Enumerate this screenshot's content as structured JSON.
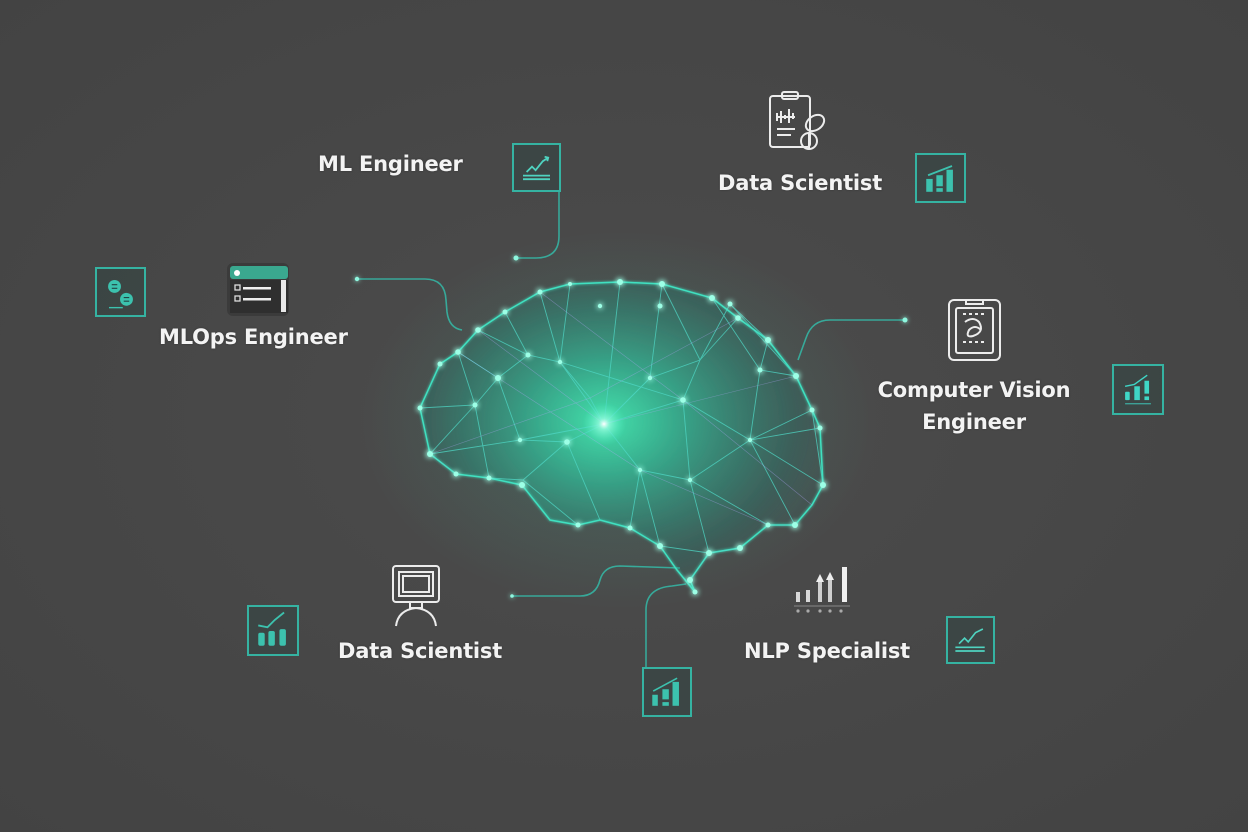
{
  "diagram": {
    "theme": {
      "background": "#474747",
      "accent": "#35b3a2",
      "glow": "#3ff0c0",
      "text": "#f3f3f3"
    },
    "center_node": {
      "icon": "network-brain-icon"
    },
    "roles": [
      {
        "id": "ml-engineer",
        "label": "ML Engineer",
        "tile_icon": "line-chart-icon"
      },
      {
        "id": "data-scientist-top",
        "label": "Data Scientist",
        "icon": "clipboard-pills-icon",
        "tile_icon": "bar-chart-growth-icon"
      },
      {
        "id": "mlops-engineer",
        "label": "MLOps Engineer",
        "icon": "app-window-list-icon",
        "tile_icon": "brain-coins-icon"
      },
      {
        "id": "computer-vision-engineer",
        "label_line1": "Computer Vision",
        "label_line2": "Engineer",
        "icon": "tablet-sketch-icon",
        "tile_icon": "bar-chart-trend-icon"
      },
      {
        "id": "data-scientist-bottom",
        "label": "Data Scientist",
        "icon": "monitor-person-icon",
        "tile_icon": "bar-chart-line-icon"
      },
      {
        "id": "nlp-specialist",
        "label": "NLP Specialist",
        "icon": "bar-arrows-icon",
        "tile_icon": "line-chart-icon"
      },
      {
        "id": "bottom-center",
        "tile_icon": "bar-chart-growth-icon"
      }
    ]
  }
}
